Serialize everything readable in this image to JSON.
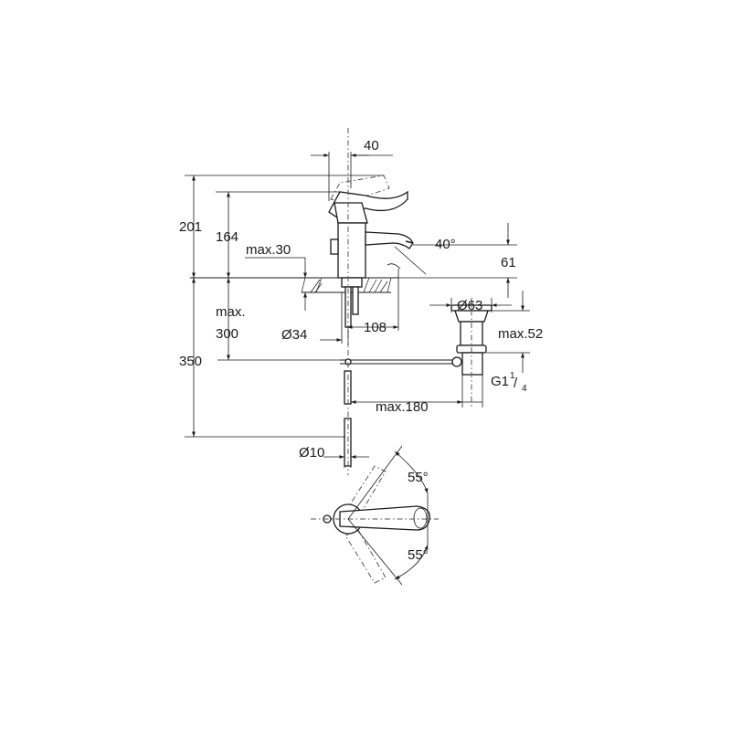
{
  "dimensions": {
    "d_40": "40",
    "d_201": "201",
    "d_164": "164",
    "d_max30": "max.30",
    "d_40deg": "40°",
    "d_61": "61",
    "d_max": "max.",
    "d_300": "300",
    "d_phi34": "Ø34",
    "d_108": "108",
    "d_phi63": "Ø63",
    "d_max52": "max.52",
    "d_350": "350",
    "d_G1": "G1",
    "d_G1_num": "1",
    "d_G1_slash": "/",
    "d_G1_den": "4",
    "d_max180": "max.180",
    "d_phi10": "Ø10",
    "d_55deg_top": "55°",
    "d_55deg_bottom": "55°"
  }
}
